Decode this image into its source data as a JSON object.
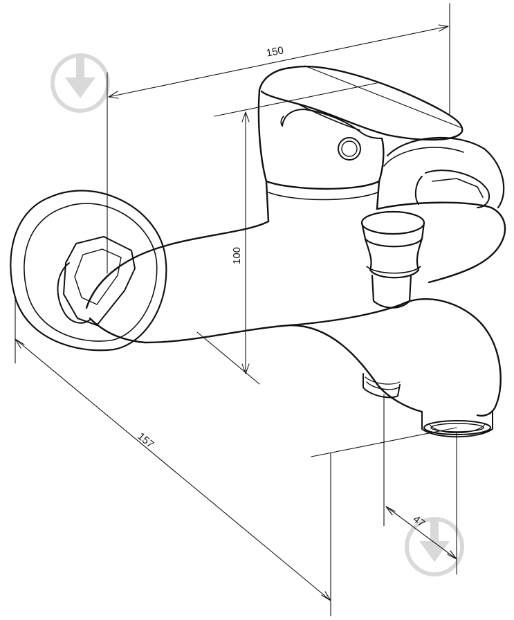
{
  "dimensions": {
    "width_label": "150",
    "height_label": "100",
    "depth_label": "157",
    "spout_label": "47"
  },
  "icons": {
    "watermark": "downward-arrow-shield-icon"
  },
  "colors": {
    "line": "#111111",
    "watermark": "#d9d9d9",
    "background": "#ffffff"
  }
}
